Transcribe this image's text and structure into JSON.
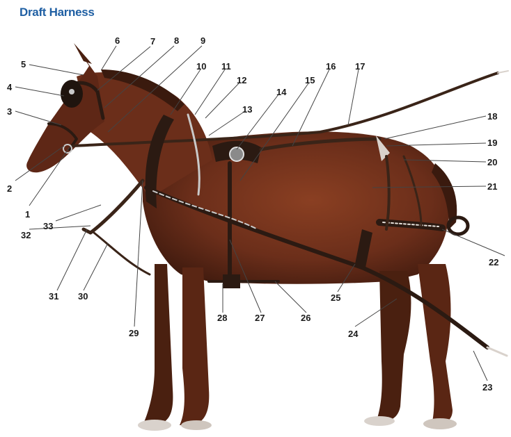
{
  "header": {
    "title": "Draft Harness"
  },
  "callouts": [
    "1",
    "2",
    "3",
    "4",
    "5",
    "6",
    "7",
    "8",
    "9",
    "10",
    "11",
    "12",
    "13",
    "14",
    "15",
    "16",
    "17",
    "18",
    "19",
    "20",
    "21",
    "22",
    "23",
    "24",
    "25",
    "26",
    "27",
    "28",
    "29",
    "30",
    "31",
    "32",
    "33"
  ],
  "colors": {
    "title": "#1f5fa3",
    "horse_coat": "#6b2e1a",
    "harness_leather": "#3a2418",
    "harness_metal": "#c9c9c9"
  }
}
